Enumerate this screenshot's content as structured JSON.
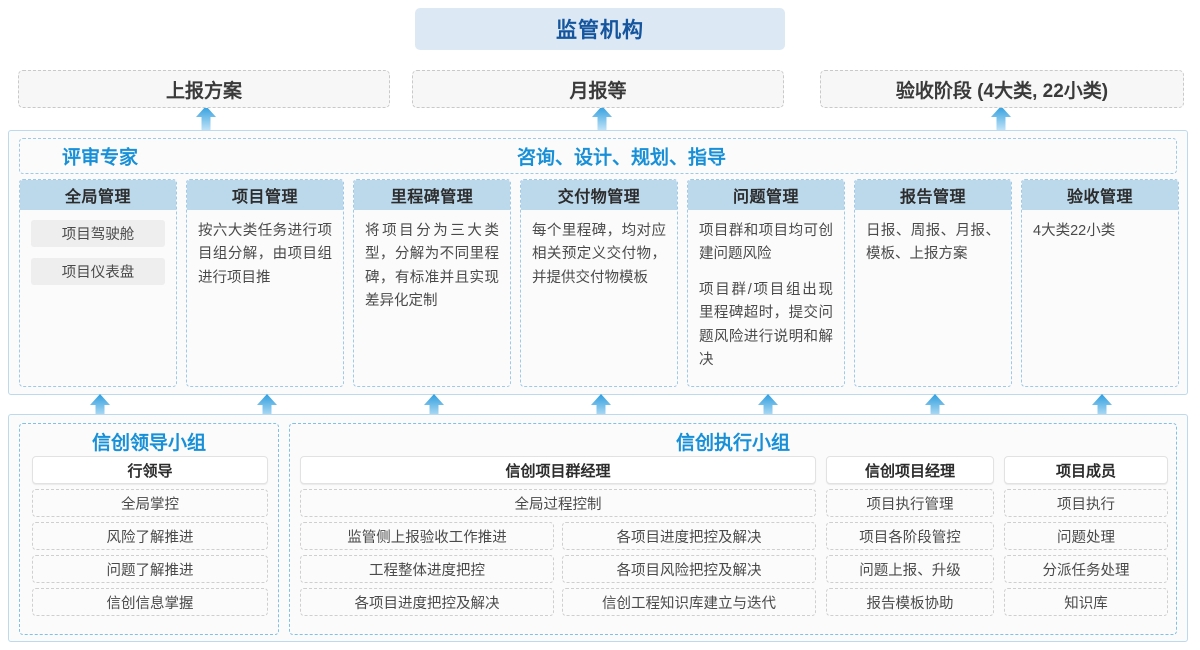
{
  "top": {
    "regulator": "监管机构",
    "channels": [
      {
        "label": "上报方案"
      },
      {
        "label": "月报等"
      },
      {
        "label": "验收阶段 (4大类, 22小类)"
      }
    ]
  },
  "middle": {
    "role_left": "评审专家",
    "role_center": "咨询、设计、规划、指导",
    "columns": [
      {
        "title": "全局管理",
        "desc": [],
        "pills": [
          "项目驾驶舱",
          "项目仪表盘"
        ]
      },
      {
        "title": "项目管理",
        "desc": [
          "按六大类任务进行项目组分解，由项目组进行项目推"
        ],
        "pills": []
      },
      {
        "title": "里程碑管理",
        "desc": [
          "将项目分为三大类型，分解为不同里程碑，有标准并且实现差异化定制"
        ],
        "pills": []
      },
      {
        "title": "交付物管理",
        "desc": [
          "每个里程碑，均对应相关预定义交付物，并提供交付物模板"
        ],
        "pills": []
      },
      {
        "title": "问题管理",
        "desc": [
          "项目群和项目均可创建问题风险",
          "项目群/项目组出现里程碑超时，提交问题风险进行说明和解决"
        ],
        "pills": []
      },
      {
        "title": "报告管理",
        "desc": [
          "日报、周报、月报、模板、上报方案"
        ],
        "pills": []
      },
      {
        "title": "验收管理",
        "desc": [
          "4大类22小类"
        ],
        "pills": []
      }
    ]
  },
  "bottom": {
    "left_group": {
      "title": "信创领导小组",
      "head": "行领导",
      "items": [
        "全局掌控",
        "风险了解推进",
        "问题了解推进",
        "信创信息掌握"
      ]
    },
    "right_group": {
      "title": "信创执行小组",
      "program_manager": {
        "head": "信创项目群经理",
        "full_width_item": "全局过程控制",
        "left_items": [
          "监管侧上报验收工作推进",
          "工程整体进度把控",
          "各项目进度把控及解决"
        ],
        "right_items": [
          "各项目进度把控及解决",
          "各项目风险把控及解决",
          "信创工程知识库建立与迭代"
        ]
      },
      "project_manager": {
        "head": "信创项目经理",
        "items": [
          "项目执行管理",
          "项目各阶段管控",
          "问题上报、升级",
          "报告模板协助"
        ]
      },
      "project_member": {
        "head": "项目成员",
        "items": [
          "项目执行",
          "问题处理",
          "分派任务处理",
          "知识库"
        ]
      }
    }
  },
  "icons": {
    "arrow_up": "arrow-up-icon"
  },
  "colors": {
    "accent_blue": "#1890d8",
    "deep_blue": "#15559e",
    "header_fill": "#bcd9ec",
    "regulator_fill": "#dce9f5",
    "arrow_fill": "#2f9ede"
  }
}
